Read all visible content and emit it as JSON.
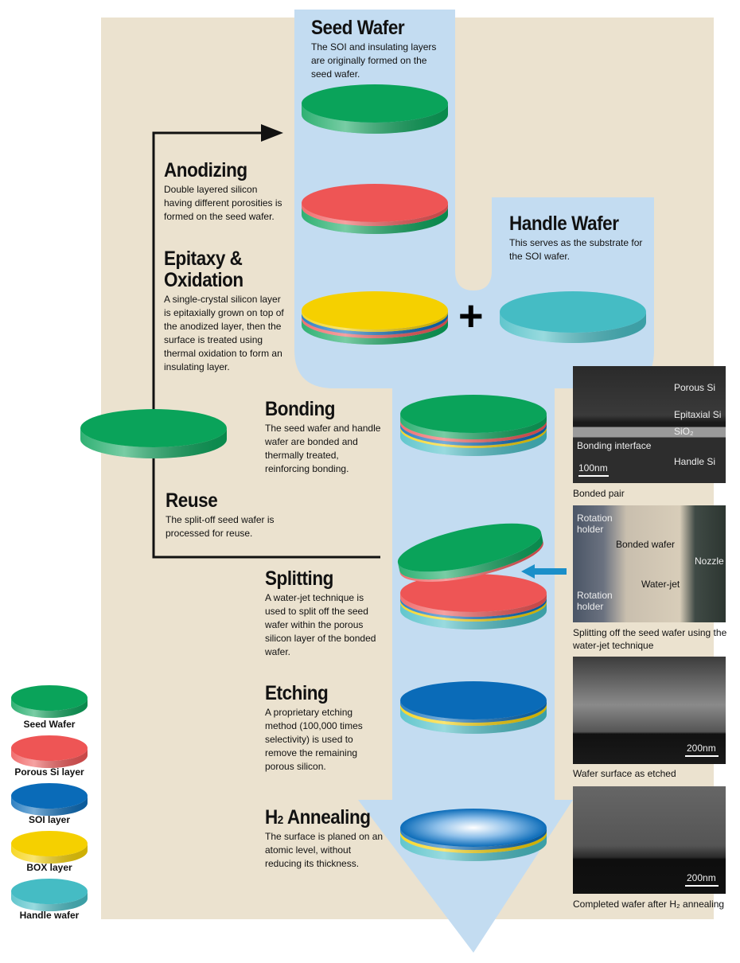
{
  "steps": {
    "seed": {
      "title": "Seed Wafer",
      "text": "The SOI and insulating layers are originally formed on the seed wafer."
    },
    "anodizing": {
      "title": "Anodizing",
      "text": "Double layered silicon having different porosities is formed on the seed wafer."
    },
    "epitaxy": {
      "title": "Epitaxy & Oxidation",
      "text": "A single-crystal silicon layer is epitaxially grown on top of the anodized layer, then the surface is treated using thermal oxidation to form an insulating layer."
    },
    "handle": {
      "title": "Handle Wafer",
      "text": "This serves as the substrate for the SOI wafer."
    },
    "bonding": {
      "title": "Bonding",
      "text": "The seed wafer and handle wafer are bonded and thermally treated, reinforcing bonding."
    },
    "reuse": {
      "title": "Reuse",
      "text": "The split-off seed wafer is processed for reuse."
    },
    "splitting": {
      "title": "Splitting",
      "text": "A water-jet technique is used to split off the seed wafer within the porous silicon layer of the bonded wafer."
    },
    "etching": {
      "title": "Etching",
      "text": "A proprietary etching method (100,000 times selectivity) is used to remove the remaining porous silicon."
    },
    "annealing": {
      "title_main": "H",
      "title_sub": "2",
      "title_rest": " Annealing",
      "text": "The surface is planed on an atomic level, without reducing its thickness."
    }
  },
  "plus": "+",
  "photos": {
    "bonded": {
      "labels": [
        "Porous Si",
        "Epitaxial Si",
        "SiO₂",
        "Bonding interface",
        "Handle Si"
      ],
      "scale": "100nm",
      "caption": "Bonded pair"
    },
    "split": {
      "labels": [
        "Rotation holder",
        "Bonded wafer",
        "Nozzle",
        "Water-jet",
        "Rotation holder"
      ],
      "caption": "Splitting off the seed wafer using the water-jet technique"
    },
    "etched": {
      "scale": "200nm",
      "caption": "Wafer surface as etched"
    },
    "annealed": {
      "scale": "200nm",
      "caption": "Completed wafer after H₂ annealing"
    }
  },
  "legend": [
    "Seed Wafer",
    "Porous Si layer",
    "SOI layer",
    "BOX layer",
    "Handle wafer"
  ],
  "colors": {
    "seed": "#0aa35a",
    "porous": "#ee5555",
    "soi": "#0a6bb8",
    "box": "#f5d000",
    "handle": "#45bcc4",
    "flow": "#c3dcf1",
    "background": "#ebe2cf"
  }
}
